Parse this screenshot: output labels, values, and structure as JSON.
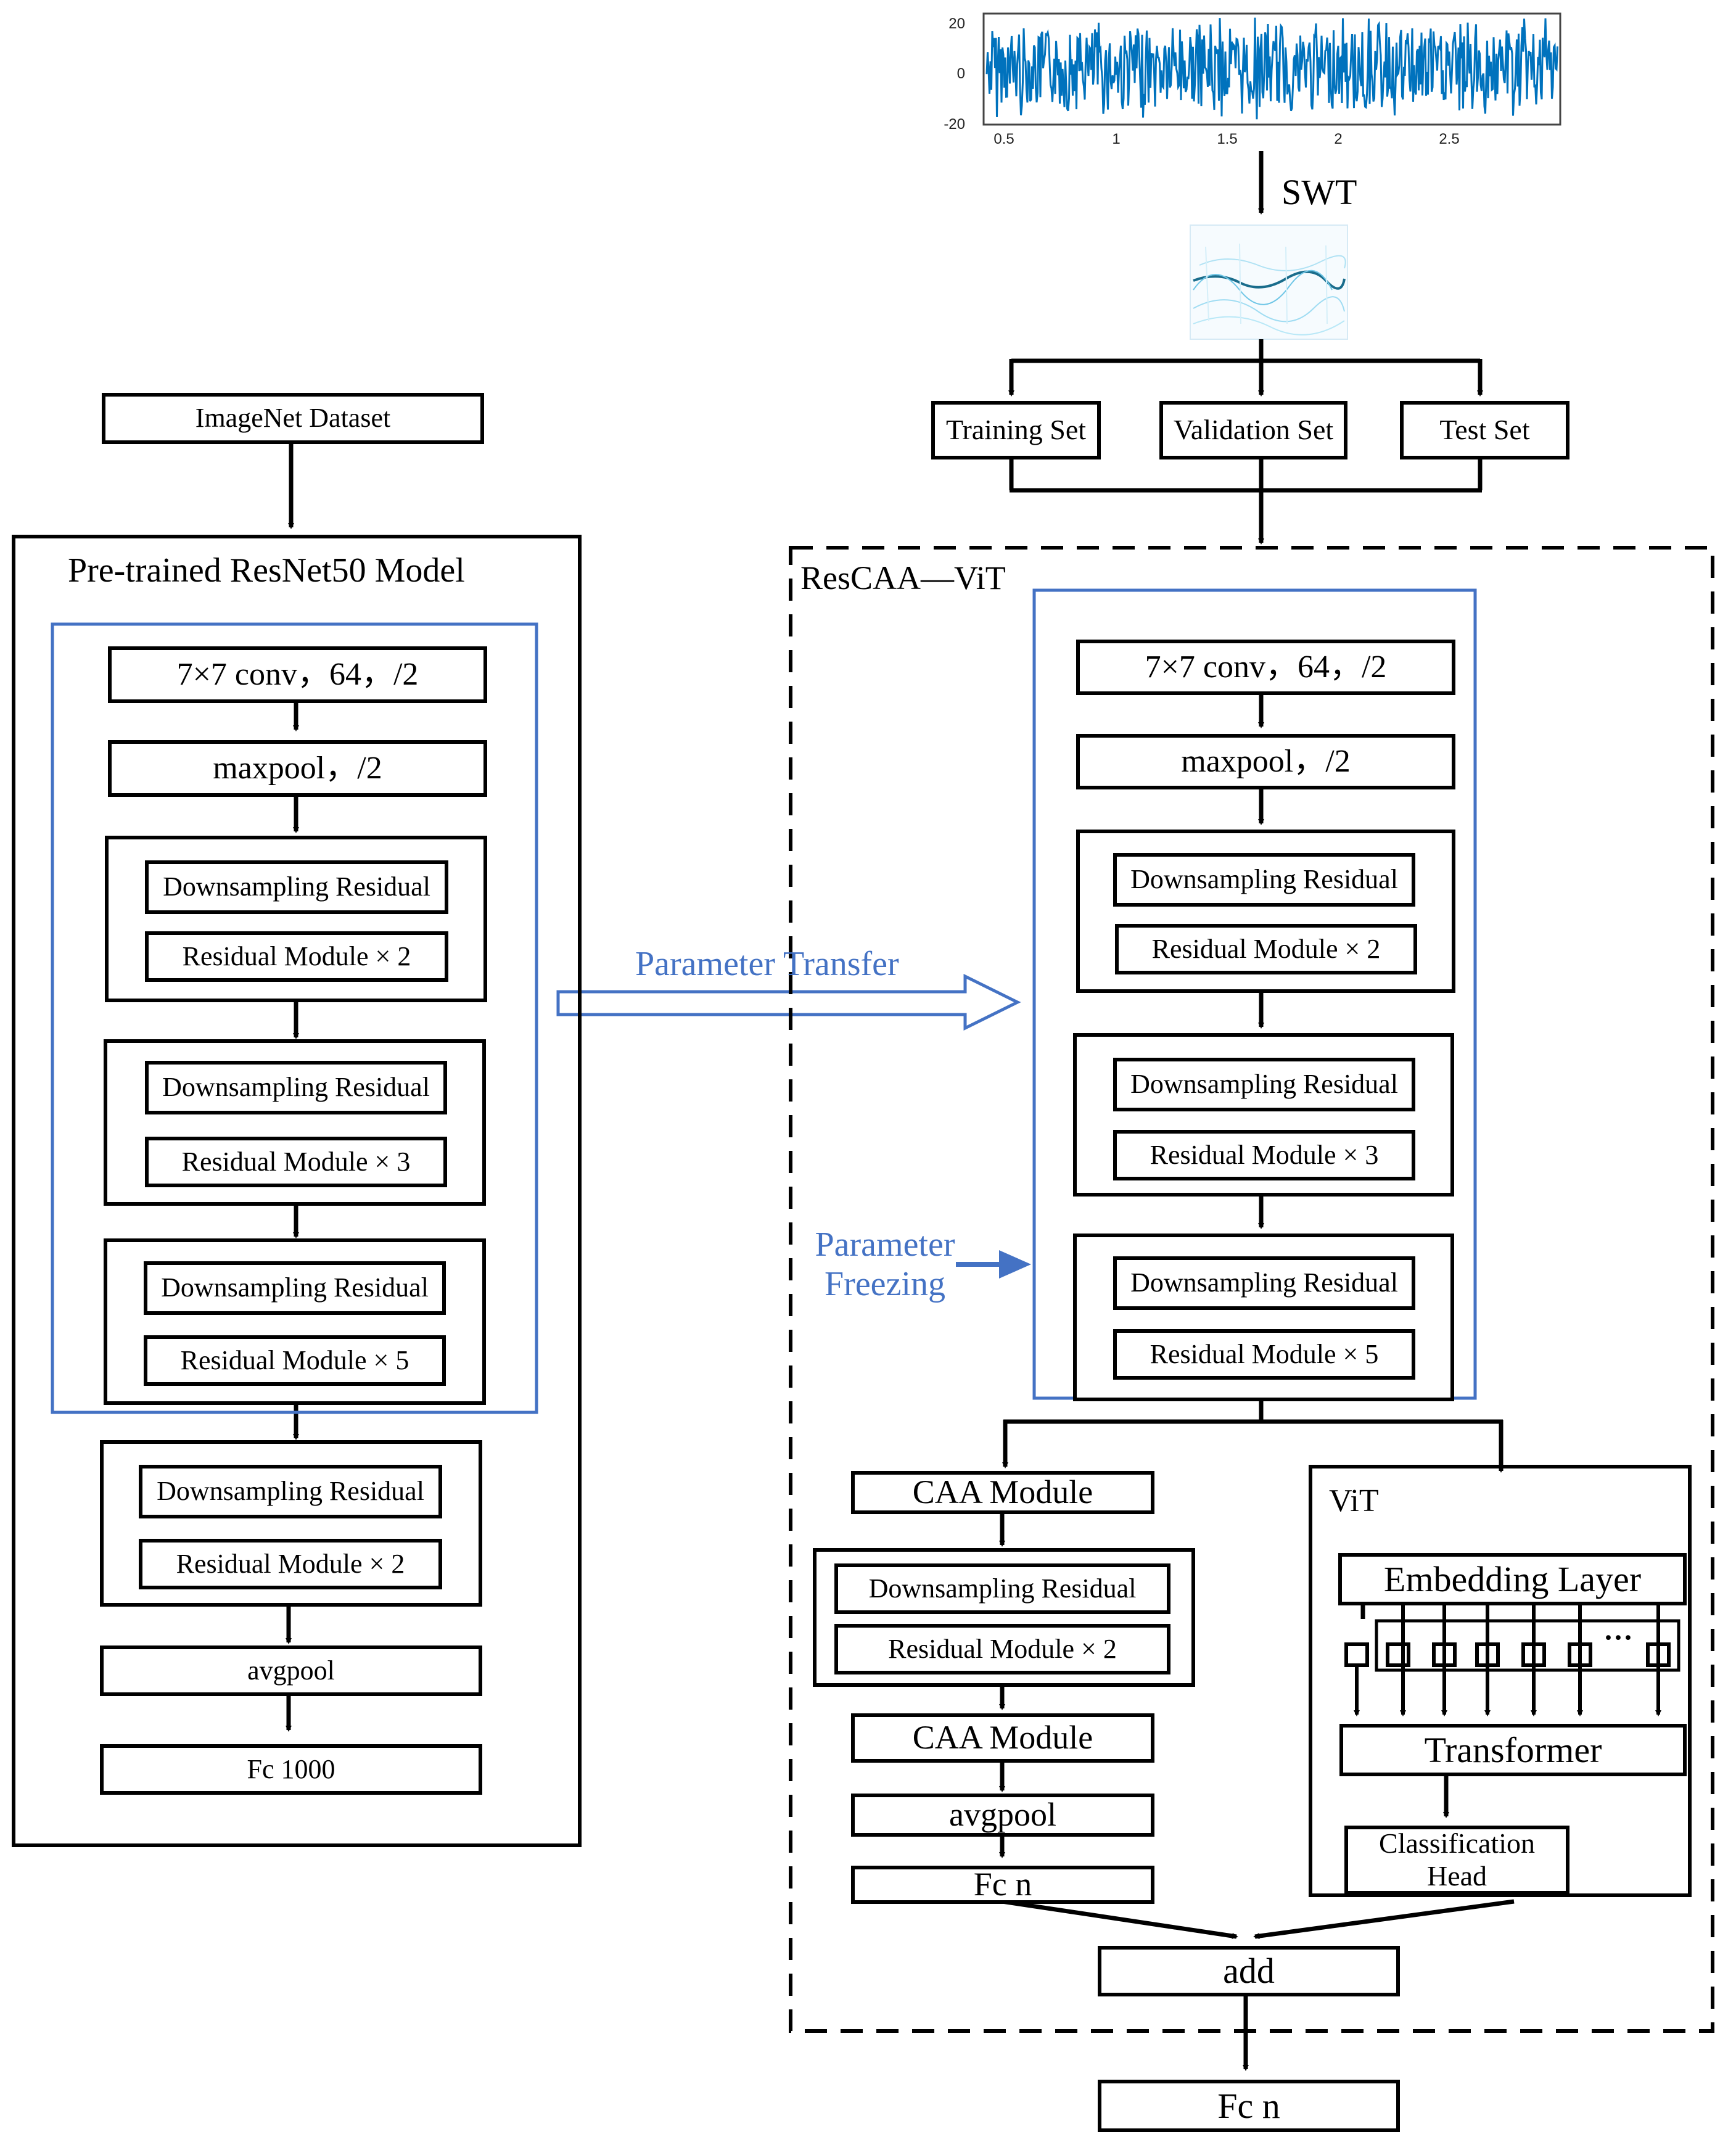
{
  "signal": {
    "y_ticks": [
      "20",
      "0",
      "-20"
    ],
    "x_ticks": [
      "0.5",
      "1",
      "1.5",
      "2",
      "2.5"
    ]
  },
  "swt_label": "SWT",
  "split": {
    "training": "Training Set",
    "validation": "Validation Set",
    "test": "Test Set"
  },
  "left": {
    "dataset": "ImageNet Dataset",
    "title": "Pre-trained ResNet50 Model",
    "conv": "7×7 conv，64，/2",
    "maxpool": "maxpool，/2",
    "stages": [
      {
        "down": "Downsampling Residual",
        "res": "Residual Module × 2"
      },
      {
        "down": "Downsampling Residual",
        "res": "Residual Module × 3"
      },
      {
        "down": "Downsampling Residual",
        "res": "Residual Module × 5"
      },
      {
        "down": "Downsampling Residual",
        "res": "Residual Module × 2"
      }
    ],
    "avgpool": "avgpool",
    "fc": "Fc 1000"
  },
  "transfer_label": "Parameter Transfer",
  "freezing_label": [
    "Parameter",
    "Freezing"
  ],
  "right": {
    "title": "ResCAA—ViT",
    "conv": "7×7 conv，64，/2",
    "maxpool": "maxpool，/2",
    "stages": [
      {
        "down": "Downsampling Residual",
        "res": "Residual Module × 2"
      },
      {
        "down": "Downsampling Residual",
        "res": "Residual Module × 3"
      },
      {
        "down": "Downsampling Residual",
        "res": "Residual Module × 5"
      }
    ],
    "caa1": "CAA Module",
    "branch_stage": {
      "down": "Downsampling Residual",
      "res": "Residual Module × 2"
    },
    "caa2": "CAA Module",
    "avgpool": "avgpool",
    "fc_branch": "Fc n",
    "vit": {
      "title": "ViT",
      "embedding": "Embedding Layer",
      "dots": "···",
      "transformer": "Transformer",
      "head": [
        "Classification",
        "Head"
      ]
    },
    "add": "add",
    "fc_out": "Fc n"
  },
  "colors": {
    "line": "#000000",
    "accent_blue": "#4472c4",
    "signal_blue": "#0072bd"
  }
}
